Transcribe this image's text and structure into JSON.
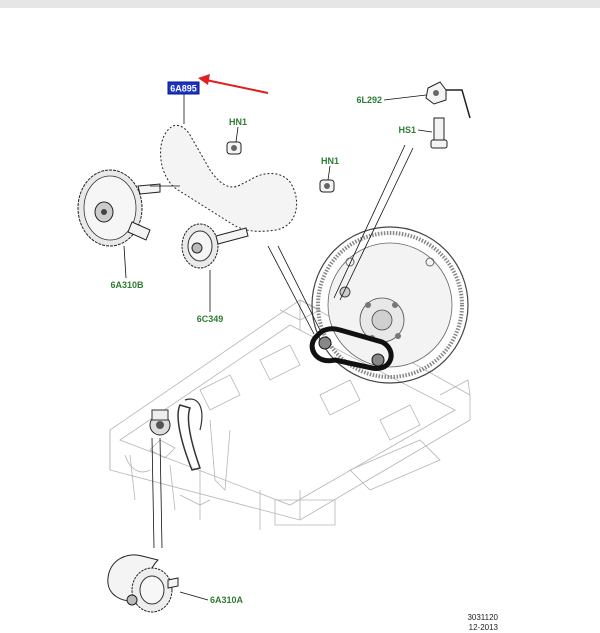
{
  "labels": {
    "selected": "6A895",
    "hn1_upper": "HN1",
    "hn1_lower": "HN1",
    "p6l292": "6L292",
    "hs1": "HS1",
    "p6a310b": "6A310B",
    "p6c349": "6C349",
    "p6a310a": "6A310A"
  },
  "footer": {
    "diagram_id": "3031120",
    "date": "12-2013"
  },
  "colors": {
    "label_green": "#2e7d32",
    "selected_fill": "#1a33c9",
    "arrow_red": "#e02020"
  },
  "icons": {
    "pointer": "red-arrow-icon"
  }
}
